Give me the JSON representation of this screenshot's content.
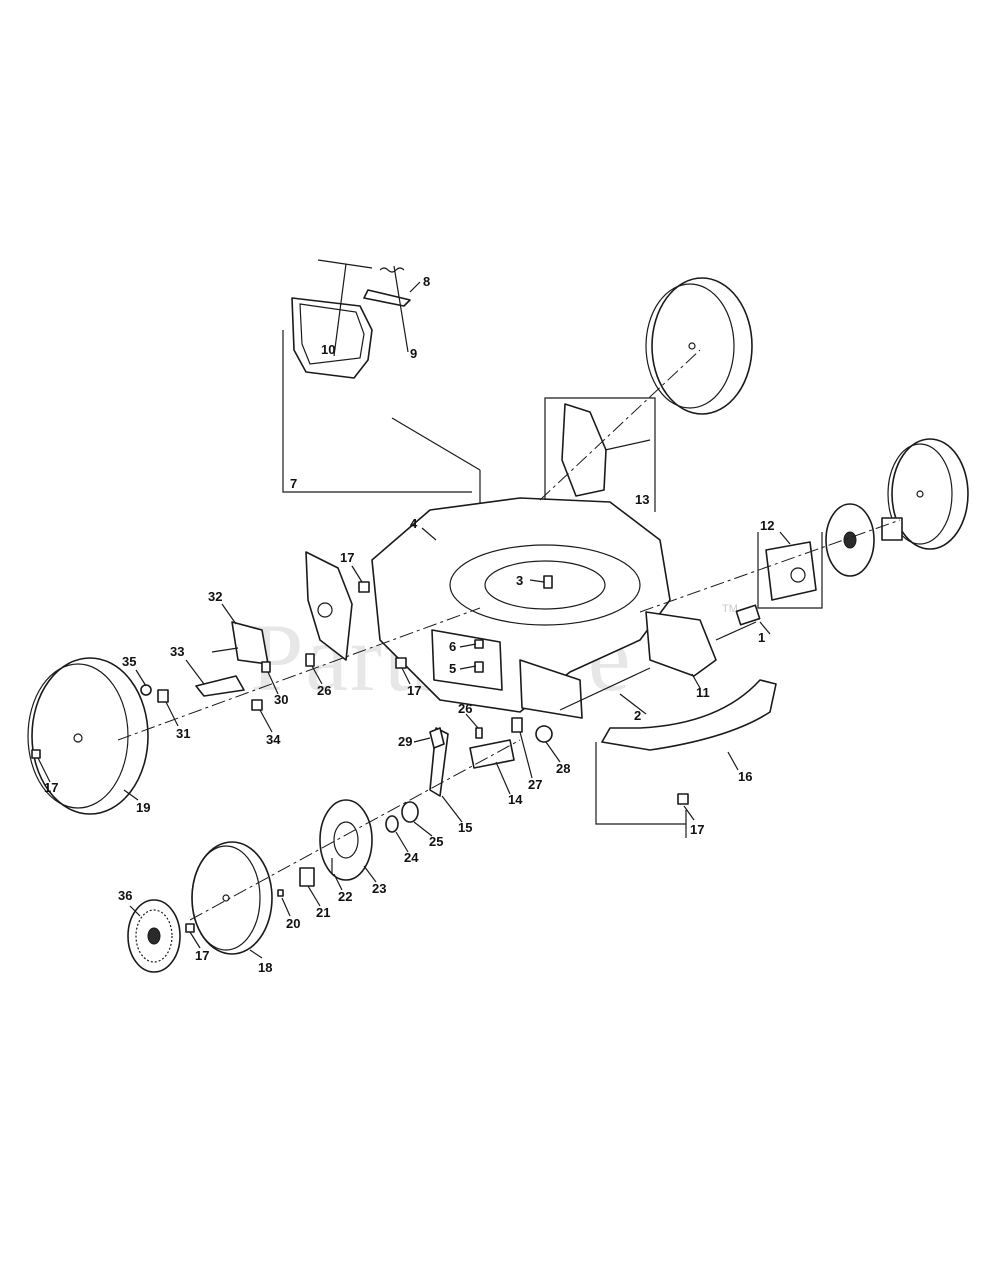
{
  "watermark": {
    "text": "PartsTree",
    "trademark": "TM"
  },
  "callouts": {
    "c1": "1",
    "c2": "2",
    "c3": "3",
    "c4": "4",
    "c5": "5",
    "c6": "6",
    "c7": "7",
    "c8": "8",
    "c9": "9",
    "c10": "10",
    "c11": "11",
    "c12": "12",
    "c13": "13",
    "c14": "14",
    "c15": "15",
    "c16": "16",
    "c17a": "17",
    "c17b": "17",
    "c17c": "17",
    "c17d": "17",
    "c17e": "17",
    "c18": "18",
    "c19": "19",
    "c20": "20",
    "c21": "21",
    "c22": "22",
    "c23": "23",
    "c24": "24",
    "c25": "25",
    "c26a": "26",
    "c26b": "26",
    "c27": "27",
    "c28": "28",
    "c29": "29",
    "c30": "30",
    "c31": "31",
    "c32": "32",
    "c33": "33",
    "c34": "34",
    "c35": "35",
    "c36": "36"
  }
}
